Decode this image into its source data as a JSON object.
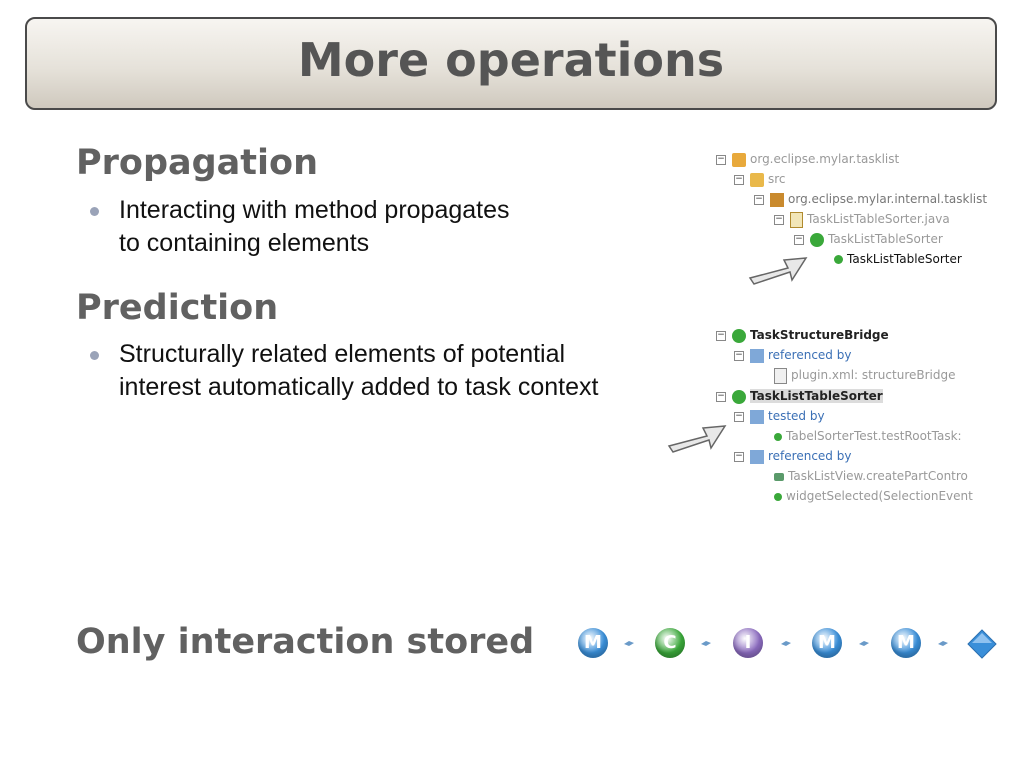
{
  "slide": {
    "title": "More operations",
    "sections": [
      {
        "heading": "Propagation",
        "bullet_lines": [
          "Interacting with method propagates",
          "to containing elements"
        ]
      },
      {
        "heading": "Prediction",
        "bullet_lines": [
          "Structurally related elements of potential",
          "interest automatically added to task context"
        ]
      },
      {
        "heading": "Only interaction stored"
      }
    ]
  },
  "propagation_tree": [
    "org.eclipse.mylar.tasklist",
    "src",
    "org.eclipse.mylar.internal.tasklist",
    "TaskListTableSorter.java",
    "TaskListTableSorter",
    "TaskListTableSorter"
  ],
  "prediction_tree": [
    "TaskStructureBridge",
    "referenced by",
    "plugin.xml: structureBridge",
    "TaskListTableSorter",
    "tested by",
    "TabelSorterTest.testRootTask:",
    "referenced by",
    "TaskListView.createPartContro",
    "widgetSelected(SelectionEvent"
  ],
  "operation_icons": [
    {
      "letter": "M",
      "color": "#3a8fd9"
    },
    {
      "letter": "C",
      "color": "#3aa83a"
    },
    {
      "letter": "I",
      "color": "#8c6cc0"
    },
    {
      "letter": "M",
      "color": "#3a8fd9"
    },
    {
      "letter": "M",
      "color": "#3a8fd9"
    }
  ]
}
